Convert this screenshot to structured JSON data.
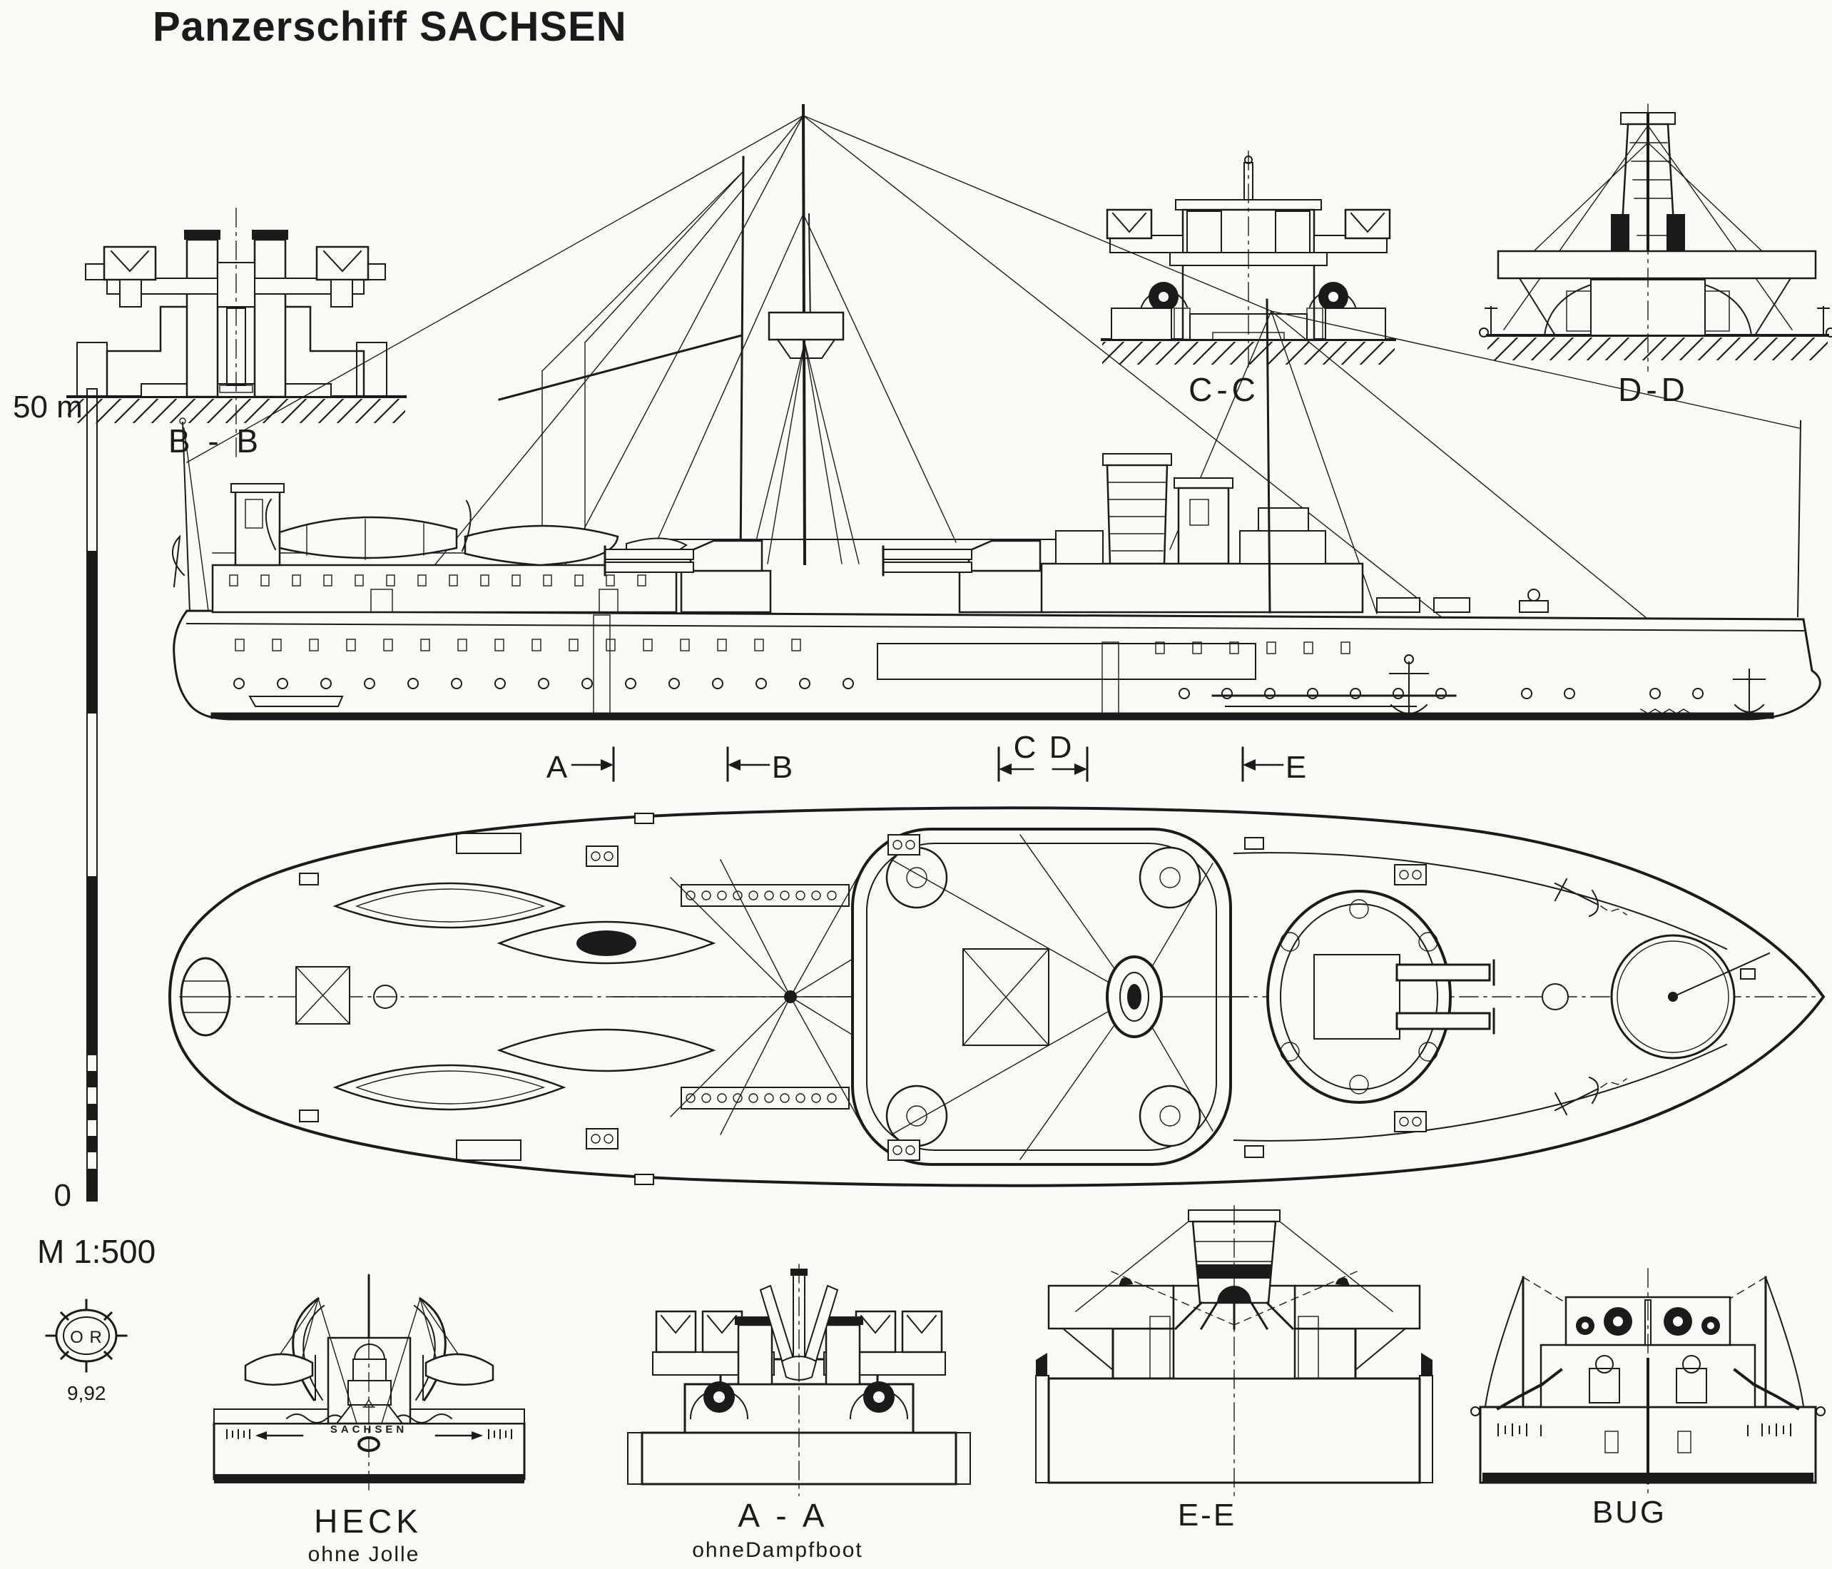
{
  "title": "Panzerschiff SACHSEN",
  "scale_bar": {
    "max_label": "50 m",
    "min_label": "0",
    "ratio_label": "M 1:500"
  },
  "stamp": {
    "logo_text": "O R",
    "date": "9,92"
  },
  "views": {
    "bb": {
      "label": "B - B"
    },
    "cc": {
      "label": "C-C"
    },
    "dd": {
      "label": "D-D"
    },
    "side": {
      "name": "side-elevation"
    },
    "plan": {
      "name": "deck-plan"
    },
    "heck": {
      "label": "HECK",
      "note": "ohne Jolle",
      "nameplate": "SACHSEN"
    },
    "aa": {
      "label": "A - A",
      "note": "ohneDampfboot"
    },
    "ee": {
      "label": "E-E"
    },
    "bug": {
      "label": "BUG"
    }
  },
  "cut_markers": {
    "a": "A",
    "b": "B",
    "c": "C",
    "d": "D",
    "e": "E"
  },
  "ink_color": "#1b1b1b",
  "paper_color": "#fbfaf6"
}
